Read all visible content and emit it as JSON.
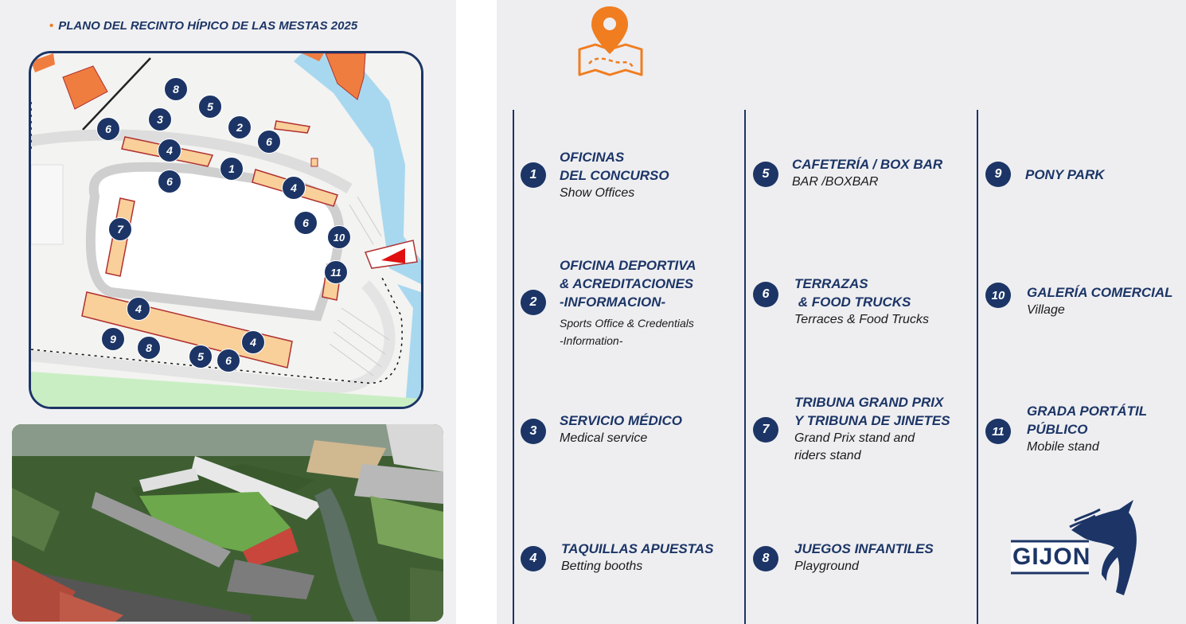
{
  "map": {
    "title": "PLANO DEL RECINTO HÍPICO DE LAS MESTAS 2025",
    "markers": [
      {
        "id": "m1",
        "n": "1"
      },
      {
        "id": "m2",
        "n": "2"
      },
      {
        "id": "m3",
        "n": "3"
      },
      {
        "id": "m4a",
        "n": "4"
      },
      {
        "id": "m4b",
        "n": "4"
      },
      {
        "id": "m4c",
        "n": "4"
      },
      {
        "id": "m4d",
        "n": "4"
      },
      {
        "id": "m5a",
        "n": "5"
      },
      {
        "id": "m5b",
        "n": "5"
      },
      {
        "id": "m6a",
        "n": "6"
      },
      {
        "id": "m6b",
        "n": "6"
      },
      {
        "id": "m6c",
        "n": "6"
      },
      {
        "id": "m6d",
        "n": "6"
      },
      {
        "id": "m6e",
        "n": "6"
      },
      {
        "id": "m7",
        "n": "7"
      },
      {
        "id": "m8a",
        "n": "8"
      },
      {
        "id": "m8b",
        "n": "8"
      },
      {
        "id": "m9",
        "n": "9"
      },
      {
        "id": "m10",
        "n": "10"
      },
      {
        "id": "m11",
        "n": "11"
      }
    ]
  },
  "legend": [
    {
      "n": "1",
      "title1": "OFICINAS",
      "title2": "DEL CONCURSO",
      "title3": "",
      "sub1": "Show Offices",
      "sub2": ""
    },
    {
      "n": "2",
      "title1": "OFICINA DEPORTIVA",
      "title2": "& ACREDITACIONES",
      "title3": "-INFORMACION-",
      "sub1": "Sports Office & Credentials",
      "sub2": "-Information-"
    },
    {
      "n": "3",
      "title1": "SERVICIO MÉDICO",
      "title2": "",
      "title3": "",
      "sub1": "Medical service",
      "sub2": ""
    },
    {
      "n": "4",
      "title1": "TAQUILLAS APUESTAS",
      "title2": "",
      "title3": "",
      "sub1": "Betting booths",
      "sub2": ""
    },
    {
      "n": "5",
      "title1": "CAFETERÍA / BOX BAR",
      "title2": "",
      "title3": "",
      "sub1": "BAR /BOXBAR",
      "sub2": ""
    },
    {
      "n": "6",
      "title1": "TERRAZAS",
      "title2": " & FOOD TRUCKS",
      "title3": "",
      "sub1": "Terraces & Food Trucks",
      "sub2": ""
    },
    {
      "n": "7",
      "title1": "TRIBUNA GRAND PRIX",
      "title2": "Y TRIBUNA DE JINETES",
      "title3": "",
      "sub1": "Grand Prix stand and",
      "sub2": "riders stand"
    },
    {
      "n": "8",
      "title1": "JUEGOS INFANTILES",
      "title2": "",
      "title3": "",
      "sub1": "Playground",
      "sub2": ""
    },
    {
      "n": "9",
      "title1": "PONY PARK",
      "title2": "",
      "title3": "",
      "sub1": "",
      "sub2": ""
    },
    {
      "n": "10",
      "title1": "GALERÍA COMERCIAL",
      "title2": "",
      "title3": "",
      "sub1": "Village",
      "sub2": ""
    },
    {
      "n": "11",
      "title1": "GRADA PORTÁTIL",
      "title2": "PÚBLICO",
      "title3": "",
      "sub1": "Mobile stand",
      "sub2": ""
    }
  ],
  "logo": {
    "text": "GIJON"
  },
  "icons": {
    "pin": "map-pin-icon",
    "logo": "horse-head-logo"
  },
  "colors": {
    "navy": "#1c3566",
    "orange": "#f07d20",
    "water": "#a8d8ef",
    "building": "#f9cf9a"
  }
}
